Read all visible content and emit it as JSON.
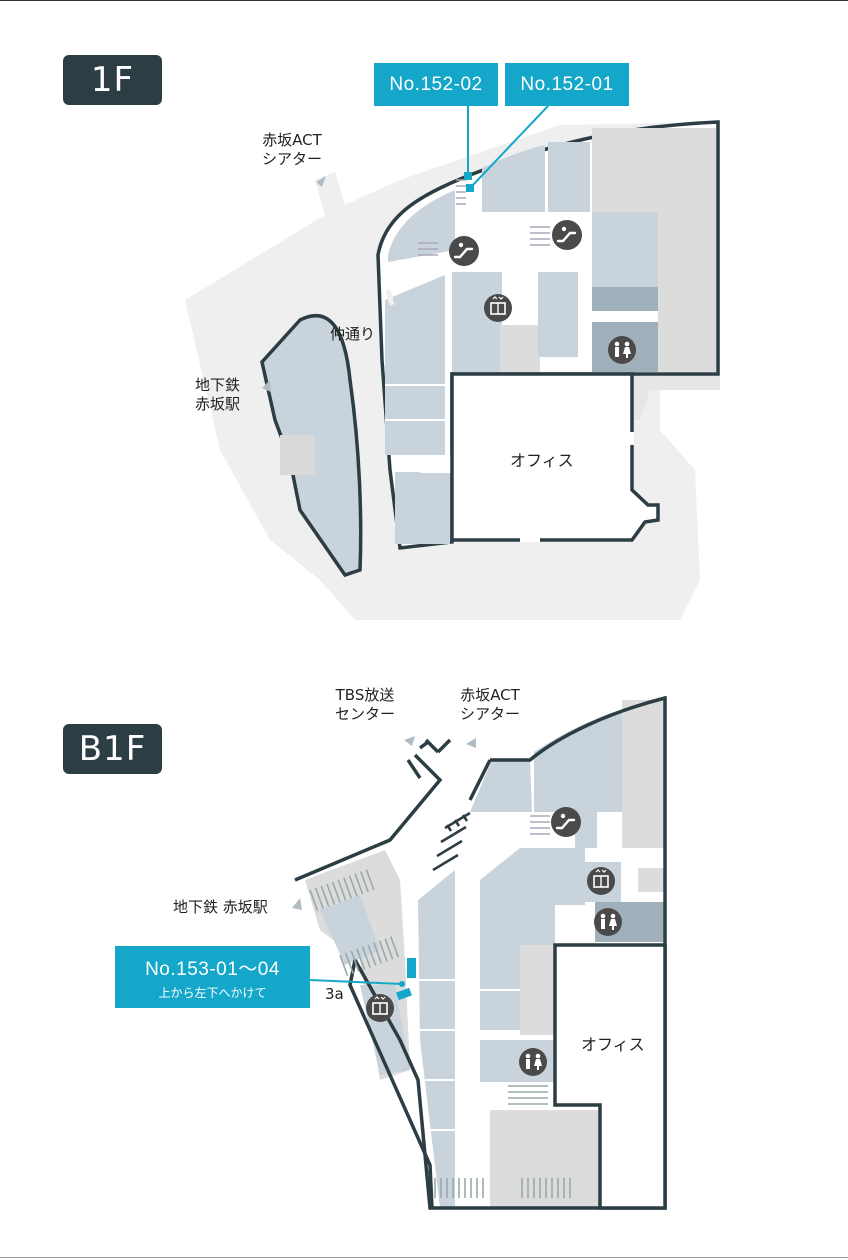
{
  "floors": {
    "f1": {
      "label": "1F",
      "office": "オフィス",
      "akasaka_act_line1": "赤坂ACT",
      "akasaka_act_line2": "シアター",
      "nakadori": "仲通り",
      "subway_line1": "地下鉄",
      "subway_line2": "赤坂駅",
      "callouts": [
        "No.152-02",
        "No.152-01"
      ]
    },
    "b1": {
      "label": "B1F",
      "office": "オフィス",
      "tbs_line1": "TBS放送",
      "tbs_line2": "センター",
      "akasaka_act_line1": "赤坂ACT",
      "akasaka_act_line2": "シアター",
      "subway": "地下鉄 赤坂駅",
      "exit": "3a",
      "callout_main": "No.153-01～04",
      "callout_sub": "上から左下へかけて"
    }
  },
  "icons": [
    "escalator-icon",
    "elevator-icon",
    "restroom-icon"
  ],
  "colors": {
    "dark": "#2c3d44",
    "accent": "#14a7c9",
    "store": "#c9d3db",
    "store_dark": "#9fb0bb",
    "ground": "#efefef",
    "wall": "#2c3d44"
  }
}
